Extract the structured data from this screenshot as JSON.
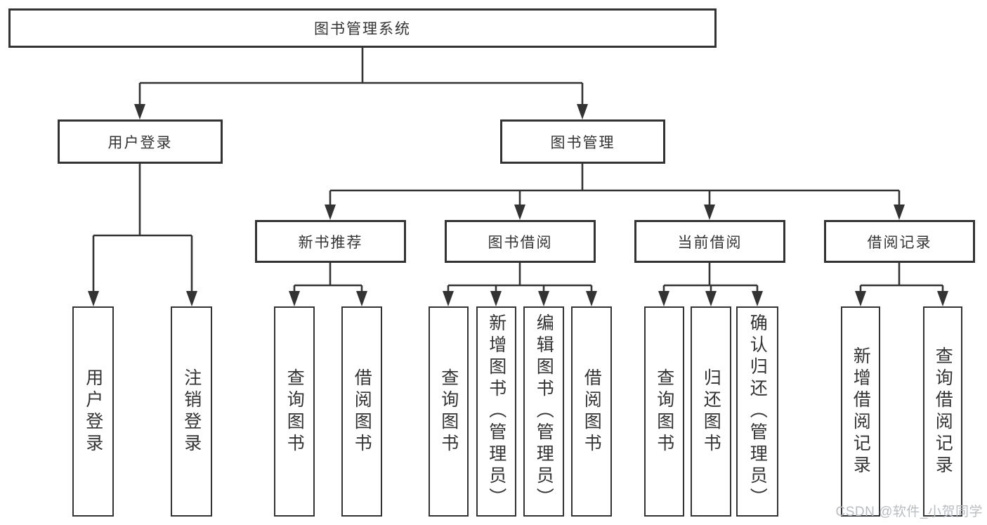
{
  "colors": {
    "line": "#333333",
    "box_border": "#333333",
    "text": "#333333",
    "watermark": "#b9bdc1",
    "background": "#ffffff"
  },
  "watermark": {
    "text": "CSDN @软件_小贺同学"
  },
  "diagram": {
    "type": "hierarchy",
    "root": {
      "label": "图书管理系统"
    },
    "login": {
      "label": "用户登录",
      "children": [
        {
          "label": "用户登录"
        },
        {
          "label": "注销登录"
        }
      ]
    },
    "management": {
      "label": "图书管理",
      "sections": [
        {
          "label": "新书推荐",
          "children": [
            {
              "label": "查询图书"
            },
            {
              "label": "借阅图书"
            }
          ]
        },
        {
          "label": "图书借阅",
          "children": [
            {
              "label": "查询图书"
            },
            {
              "label": "新增图书（管理员）"
            },
            {
              "label": "编辑图书（管理员）"
            },
            {
              "label": "借阅图书"
            }
          ]
        },
        {
          "label": "当前借阅",
          "children": [
            {
              "label": "查询图书"
            },
            {
              "label": "归还图书"
            },
            {
              "label": "确认归还（管理员）"
            }
          ]
        },
        {
          "label": "借阅记录",
          "children": [
            {
              "label": "新增借阅记录"
            },
            {
              "label": "查询借阅记录"
            }
          ]
        }
      ]
    }
  }
}
